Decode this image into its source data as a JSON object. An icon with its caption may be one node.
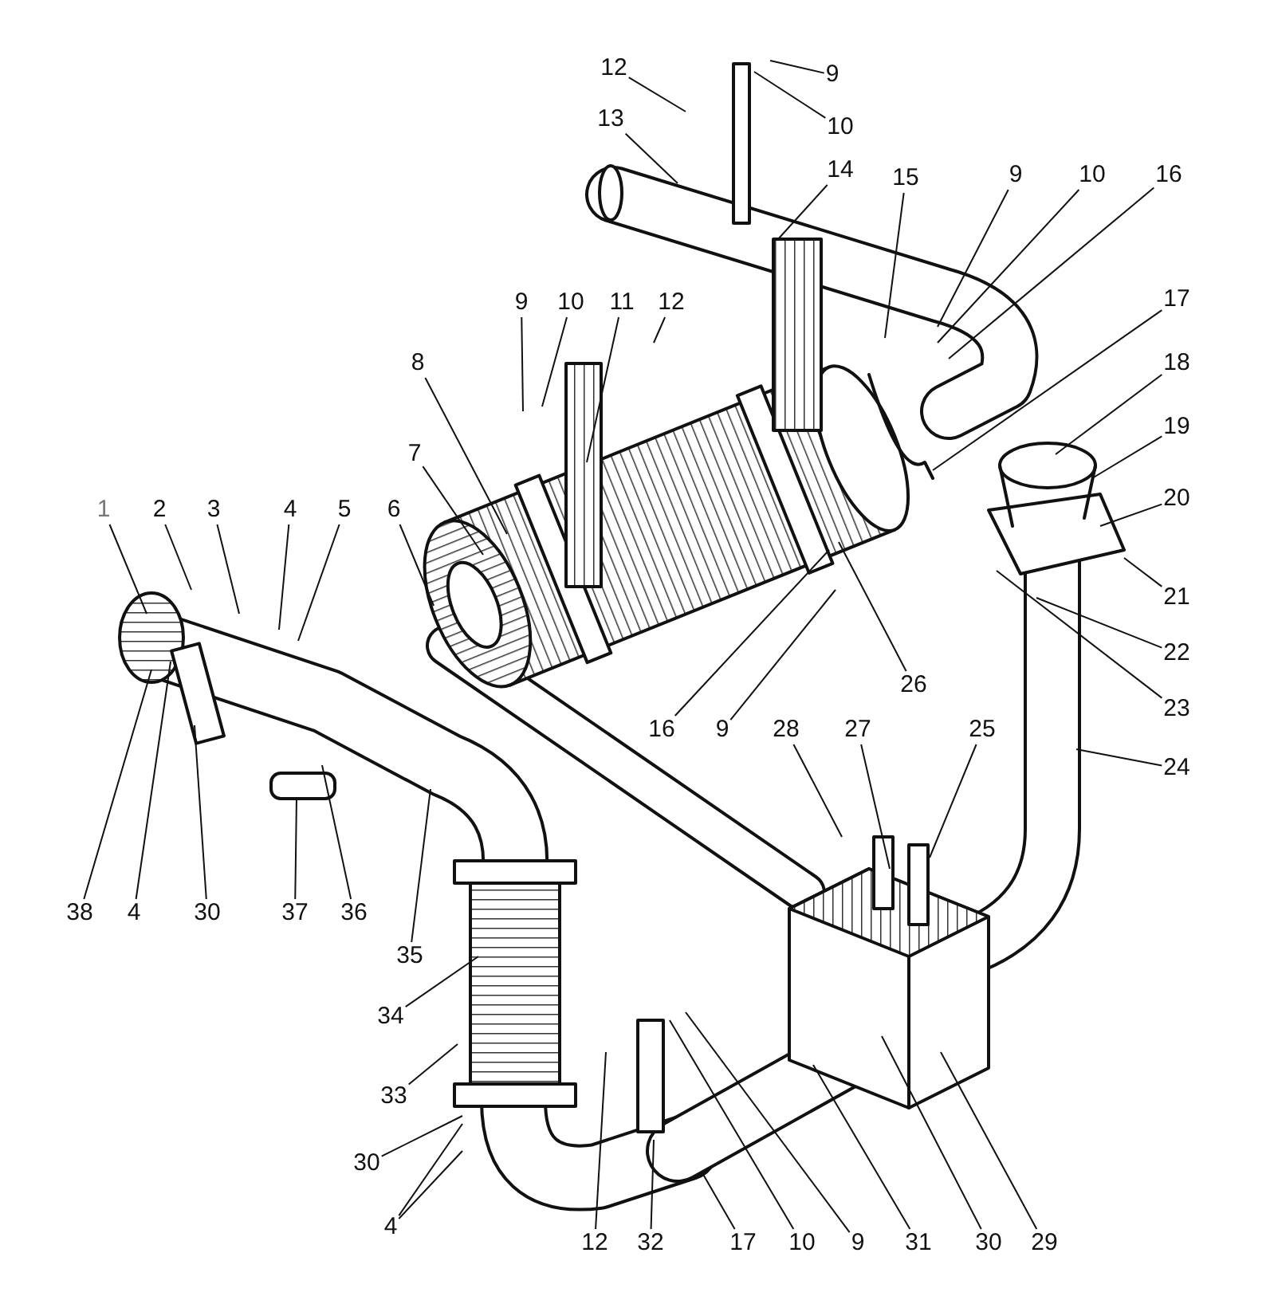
{
  "diagram": {
    "nodes": [
      {
        "text": [
          "12"
        ]
      },
      {
        "text": [
          "9"
        ]
      },
      {
        "text": [
          "10"
        ]
      },
      {
        "text": [
          "13"
        ]
      },
      {
        "text": [
          "14"
        ]
      },
      {
        "text": [
          "15"
        ]
      },
      {
        "text": [
          "9"
        ]
      },
      {
        "text": [
          "10"
        ]
      },
      {
        "text": [
          "16"
        ]
      },
      {
        "text": [
          "17"
        ]
      },
      {
        "text": [
          "18"
        ]
      },
      {
        "text": [
          "9"
        ]
      },
      {
        "text": [
          "10"
        ]
      },
      {
        "text": [
          "11"
        ]
      },
      {
        "text": [
          "12"
        ]
      },
      {
        "text": [
          "8"
        ]
      },
      {
        "text": [
          "19"
        ]
      },
      {
        "text": [
          "7"
        ]
      },
      {
        "text": [
          "20"
        ]
      },
      {
        "text": [
          "1"
        ]
      },
      {
        "text": [
          "2"
        ]
      },
      {
        "text": [
          "3"
        ]
      },
      {
        "text": [
          "4"
        ]
      },
      {
        "text": [
          "5"
        ]
      },
      {
        "text": [
          "6"
        ]
      },
      {
        "text": [
          "21"
        ]
      },
      {
        "text": [
          "22"
        ]
      },
      {
        "text": [
          "26"
        ]
      },
      {
        "text": [
          "23"
        ]
      },
      {
        "text": [
          "16"
        ]
      },
      {
        "text": [
          "9"
        ]
      },
      {
        "text": [
          "28"
        ]
      },
      {
        "text": [
          "27"
        ]
      },
      {
        "text": [
          "25"
        ]
      },
      {
        "text": [
          "24"
        ]
      },
      {
        "text": [
          "38"
        ]
      },
      {
        "text": [
          "4"
        ]
      },
      {
        "text": [
          "30"
        ]
      },
      {
        "text": [
          "37"
        ]
      },
      {
        "text": [
          "36"
        ]
      },
      {
        "text": [
          "35"
        ]
      },
      {
        "text": [
          "34"
        ]
      },
      {
        "text": [
          "33"
        ]
      },
      {
        "text": [
          "30"
        ]
      },
      {
        "text": [
          "4"
        ]
      },
      {
        "text": [
          "12"
        ]
      },
      {
        "text": [
          "32"
        ]
      },
      {
        "text": [
          "17"
        ]
      },
      {
        "text": [
          "10"
        ]
      },
      {
        "text": [
          "9"
        ]
      },
      {
        "text": [
          "31"
        ]
      },
      {
        "text": [
          "30"
        ]
      },
      {
        "text": [
          "29"
        ]
      }
    ],
    "edges": [
      {
        "from": 0,
        "to": null,
        "arrow": "none"
      },
      {
        "from": 1,
        "to": null,
        "arrow": "none"
      },
      {
        "from": 2,
        "to": null,
        "arrow": "none"
      },
      {
        "from": 3,
        "to": null,
        "arrow": "none"
      },
      {
        "from": 4,
        "to": null,
        "arrow": "none"
      },
      {
        "from": 5,
        "to": null,
        "arrow": "none"
      },
      {
        "from": 6,
        "to": null,
        "arrow": "none"
      },
      {
        "from": 7,
        "to": null,
        "arrow": "none"
      },
      {
        "from": 8,
        "to": null,
        "arrow": "none"
      },
      {
        "from": 9,
        "to": null,
        "arrow": "none"
      },
      {
        "from": 10,
        "to": null,
        "arrow": "none"
      },
      {
        "from": 11,
        "to": null,
        "arrow": "none"
      },
      {
        "from": 12,
        "to": null,
        "arrow": "none"
      },
      {
        "from": 13,
        "to": null,
        "arrow": "none"
      },
      {
        "from": 14,
        "to": null,
        "arrow": "none"
      },
      {
        "from": 15,
        "to": null,
        "arrow": "none"
      },
      {
        "from": 16,
        "to": null,
        "arrow": "none"
      },
      {
        "from": 17,
        "to": null,
        "arrow": "none"
      },
      {
        "from": 18,
        "to": null,
        "arrow": "none"
      },
      {
        "from": 19,
        "to": null,
        "arrow": "none"
      },
      {
        "from": 20,
        "to": null,
        "arrow": "none"
      },
      {
        "from": 21,
        "to": null,
        "arrow": "none"
      },
      {
        "from": 22,
        "to": null,
        "arrow": "none"
      },
      {
        "from": 23,
        "to": null,
        "arrow": "none"
      },
      {
        "from": 24,
        "to": null,
        "arrow": "none"
      },
      {
        "from": 25,
        "to": null,
        "arrow": "none"
      },
      {
        "from": 26,
        "to": null,
        "arrow": "none"
      },
      {
        "from": 27,
        "to": null,
        "arrow": "none"
      },
      {
        "from": 28,
        "to": null,
        "arrow": "none"
      },
      {
        "from": 29,
        "to": null,
        "arrow": "none"
      },
      {
        "from": 30,
        "to": null,
        "arrow": "none"
      },
      {
        "from": 31,
        "to": null,
        "arrow": "none"
      },
      {
        "from": 32,
        "to": null,
        "arrow": "none"
      },
      {
        "from": 33,
        "to": null,
        "arrow": "none"
      },
      {
        "from": 34,
        "to": null,
        "arrow": "none"
      },
      {
        "from": 35,
        "to": null,
        "arrow": "none"
      },
      {
        "from": 36,
        "to": null,
        "arrow": "none"
      },
      {
        "from": 37,
        "to": null,
        "arrow": "none"
      },
      {
        "from": 38,
        "to": null,
        "arrow": "none"
      },
      {
        "from": 39,
        "to": null,
        "arrow": "none"
      },
      {
        "from": 40,
        "to": null,
        "arrow": "none"
      },
      {
        "from": 41,
        "to": null,
        "arrow": "none"
      },
      {
        "from": 42,
        "to": null,
        "arrow": "none"
      },
      {
        "from": 43,
        "to": null,
        "arrow": "none"
      },
      {
        "from": 44,
        "to": null,
        "arrow": "none"
      },
      {
        "from": 44,
        "to": null,
        "arrow": "none"
      },
      {
        "from": 45,
        "to": null,
        "arrow": "none"
      },
      {
        "from": 46,
        "to": null,
        "arrow": "none"
      },
      {
        "from": 47,
        "to": null,
        "arrow": "none"
      },
      {
        "from": 48,
        "to": null,
        "arrow": "none"
      },
      {
        "from": 49,
        "to": null,
        "arrow": "none"
      },
      {
        "from": 50,
        "to": null,
        "arrow": "none"
      },
      {
        "from": 51,
        "to": null,
        "arrow": "none"
      },
      {
        "from": 52,
        "to": null,
        "arrow": "none"
      }
    ]
  }
}
